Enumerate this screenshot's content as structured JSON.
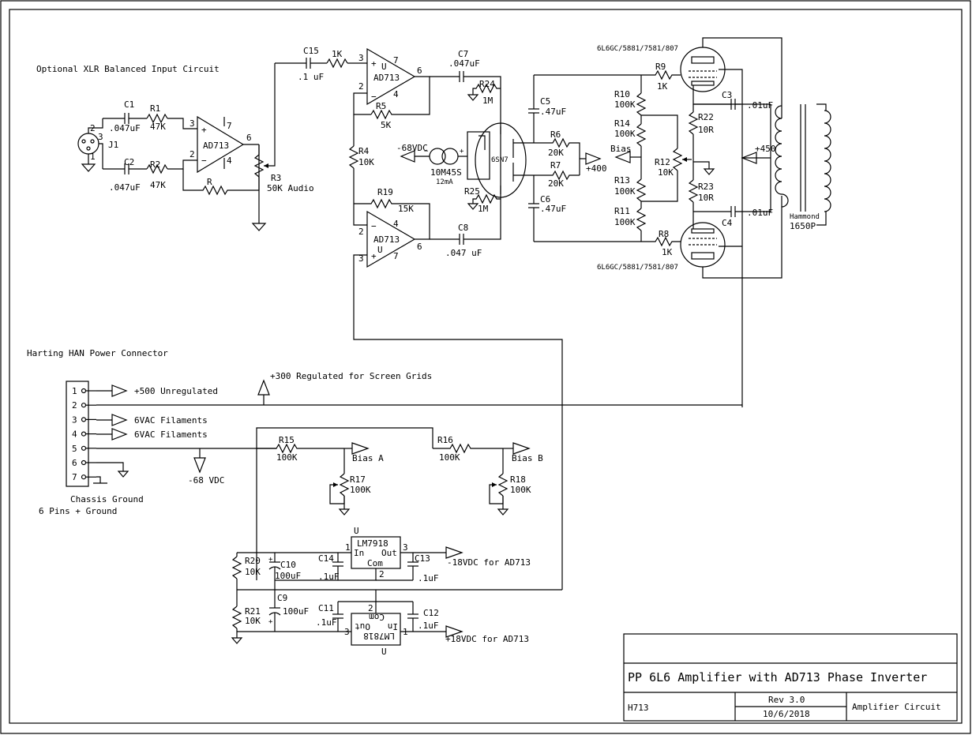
{
  "notes": {
    "xlr_title": "Optional XLR Balanced Input Circuit",
    "harting_title": "Harting HAN Power Connector",
    "chassis_ground": "Chassis Ground",
    "pins_ground": "6 Pins + Ground"
  },
  "tube_labels": {
    "top": "6L6GC/5881/7581/807",
    "bottom": "6L6GC/5881/7581/807",
    "driver": "6SN7",
    "ccs": "10M45S",
    "ccs_current": "12mA"
  },
  "transformer": {
    "maker": "Hammond",
    "model": "1650P"
  },
  "input": {
    "jack": "J1",
    "pin1": "1",
    "pin2": "2",
    "pin3": "3",
    "c1": "C1",
    "c1v": ".047uF",
    "c2": "C2",
    "c2v": ".047uF",
    "r1": "R1",
    "r1v": "47K",
    "r2": "R2",
    "r2v": "47K",
    "r": "R",
    "opamp": "AD713",
    "op_p2": "2",
    "op_p3": "3",
    "op_p4": "4",
    "op_p6": "6",
    "op_p7": "7",
    "r3": "R3",
    "r3v": "50K Audio"
  },
  "phase": {
    "c15": "C15",
    "c15v": ".1 uF",
    "r1k": "1K",
    "op_top": "AD713",
    "op_bot": "AD713",
    "u_mark": "U",
    "r5": "R5",
    "r5v": "5K",
    "r4": "R4",
    "r4v": "10K",
    "r19": "R19",
    "r19v": "15K",
    "c7": "C7",
    "c7v": ".047uF",
    "c8": "C8",
    "c8v": ".047 uF",
    "r24": "R24",
    "r24v": "1M",
    "r25": "R25",
    "r25v": "1M",
    "p2": "2",
    "p3": "3",
    "p4": "4",
    "p6": "6",
    "p7": "7"
  },
  "driver": {
    "neg68": "-68VDC",
    "c5": "C5",
    "c5v": ".47uF",
    "c6": "C6",
    "c6v": ".47uF",
    "r6": "R6",
    "r6v": "20K",
    "r7": "R7",
    "r7v": "20K",
    "plus400": "+400",
    "bias": "Bias"
  },
  "output": {
    "r9": "R9",
    "r9v": "1K",
    "r8": "R8",
    "r8v": "1K",
    "r10": "R10",
    "r10v": "100K",
    "r14": "R14",
    "r14v": "100K",
    "r13": "R13",
    "r13v": "100K",
    "r11": "R11",
    "r11v": "100K",
    "r12": "R12",
    "r12v": "10K",
    "r22": "R22",
    "r22v": "10R",
    "r23": "R23",
    "r23v": "10R",
    "c3": "C3",
    "c3v": ".01uF",
    "c4": "C4",
    "c4v": ".01uF",
    "plus450": "+450"
  },
  "power": {
    "pins": [
      "1",
      "2",
      "3",
      "4",
      "5",
      "6",
      "7"
    ],
    "p1": "+500 Unregulated",
    "p3": "6VAC Filaments",
    "p4": "6VAC Filaments",
    "reg300": "+300 Regulated for Screen Grids",
    "neg68": "-68 VDC",
    "r15": "R15",
    "r15v": "100K",
    "r16": "R16",
    "r16v": "100K",
    "biasA": "Bias A",
    "biasB": "Bias B",
    "r17": "R17",
    "r17v": "100K",
    "r18": "R18",
    "r18v": "100K"
  },
  "regulators": {
    "u_top": "U",
    "lm7918": "LM7918",
    "in": "In",
    "out": "Out",
    "com": "Com",
    "p1": "1",
    "p2": "2",
    "p3": "3",
    "neg18": "-18VDC for AD713",
    "pos18": "+18VDC for AD713",
    "lm7818": "LM7818",
    "u_bot": "U",
    "r20": "R20",
    "r20v": "10K",
    "r21": "R21",
    "r21v": "10K",
    "c10": "C10",
    "c10v": "100uF",
    "c9": "C9",
    "c9v": "100uF",
    "c14": "C14",
    "c14v": ".1uF",
    "c13": "C13",
    "c13v": ".1uF",
    "c11": "C11",
    "c11v": ".1uF",
    "c12": "C12",
    "c12v": ".1uF"
  },
  "title_block": {
    "title": "PP 6L6 Amplifier with AD713 Phase Inverter",
    "doc": "H713",
    "rev": "Rev 3.0",
    "date": "10/6/2018",
    "sheet": "Amplifier Circuit"
  }
}
